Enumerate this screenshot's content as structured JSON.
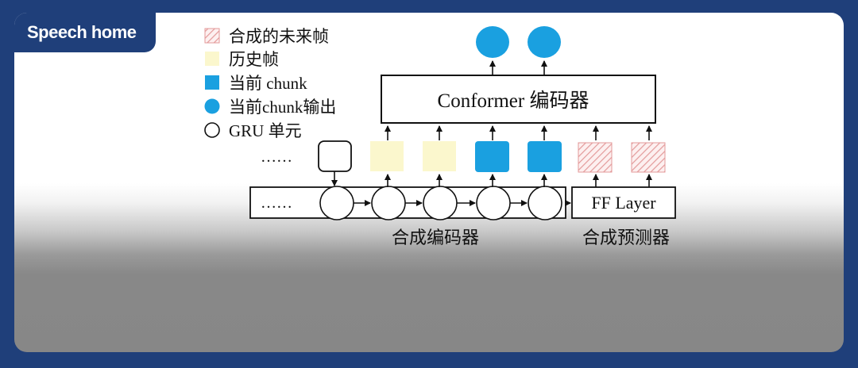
{
  "watermark": "Speech home",
  "legend": [
    {
      "label": "合成的未来帧",
      "swatch": "hatched-square-icon"
    },
    {
      "label": "历史帧",
      "swatch": "yellow-square-icon"
    },
    {
      "label": "当前 chunk",
      "swatch": "blue-square-icon"
    },
    {
      "label": "当前chunk输出",
      "swatch": "blue-circle-icon"
    },
    {
      "label": "GRU 单元",
      "swatch": "circle-outline-icon"
    }
  ],
  "conformer_label": "Conformer 编码器",
  "ff_layer_label": "FF Layer",
  "top_ellipsis": "……",
  "bottom_ellipsis": "……",
  "synth_encoder_caption": "合成编码器",
  "synth_predictor_caption": "合成预测器",
  "colors": {
    "blue": "#1aa0e0",
    "history_yellow": "#fbf7cd",
    "hatch_red": "#e39a9a",
    "frame_navy": "#1f3f7a"
  }
}
